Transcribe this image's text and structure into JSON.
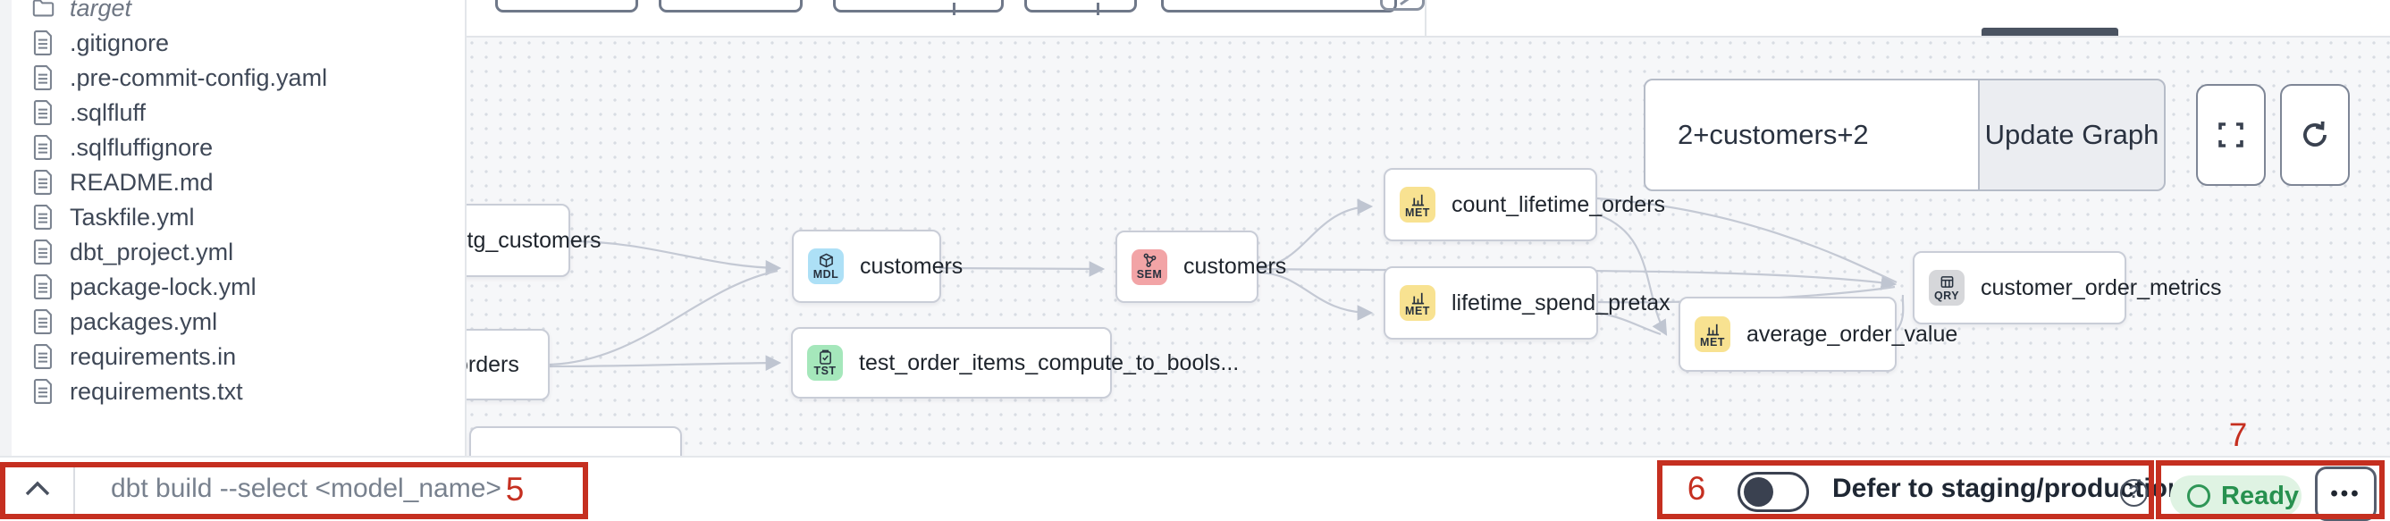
{
  "accent": {
    "annotation_red": "#C52F20",
    "ready_green_bg": "#DFF3E3",
    "ready_green_text": "#27914F"
  },
  "icons": {
    "model": "cube",
    "semantic": "graph-nodes",
    "metric": "bar-chart",
    "test": "clipboard-check",
    "query": "table",
    "fullscreen": "corner-brackets",
    "refresh": "circular-arrow",
    "help": "question-circle",
    "collapse": "chevron-up",
    "folder": "folder",
    "file": "document"
  },
  "sidebar": {
    "files": [
      {
        "name": "target",
        "type": "folder"
      },
      {
        "name": ".gitignore",
        "type": "file"
      },
      {
        "name": ".pre-commit-config.yaml",
        "type": "file"
      },
      {
        "name": ".sqlfluff",
        "type": "file"
      },
      {
        "name": ".sqlfluffignore",
        "type": "file"
      },
      {
        "name": "README.md",
        "type": "file"
      },
      {
        "name": "Taskfile.yml",
        "type": "file"
      },
      {
        "name": "dbt_project.yml",
        "type": "file"
      },
      {
        "name": "package-lock.yml",
        "type": "file"
      },
      {
        "name": "packages.yml",
        "type": "file"
      },
      {
        "name": "requirements.in",
        "type": "file"
      },
      {
        "name": "requirements.txt",
        "type": "file"
      }
    ]
  },
  "graph": {
    "controls": {
      "selector_value": "2+customers+2",
      "update_button": "Update Graph"
    },
    "badge_colors": {
      "MDL": "#ADE0F6",
      "SEM": "#F2A4A6",
      "MET": "#F8E291",
      "TST": "#A5E7BB",
      "QRY": "#D6D7DA"
    },
    "nodes": [
      {
        "label": "stg_customers",
        "badge": ""
      },
      {
        "label": "orders",
        "badge": ""
      },
      {
        "label": "customers",
        "badge": "MDL"
      },
      {
        "label": "test_order_items_compute_to_bools...",
        "badge": "TST"
      },
      {
        "label": "customers",
        "badge": "SEM"
      },
      {
        "label": "count_lifetime_orders",
        "badge": "MET"
      },
      {
        "label": "lifetime_spend_pretax",
        "badge": "MET"
      },
      {
        "label": "average_order_value",
        "badge": "MET"
      },
      {
        "label": "customer_order_metrics",
        "badge": "QRY"
      }
    ]
  },
  "bottombar": {
    "command_placeholder": "dbt build --select <model_name>",
    "defer_label": "Defer to staging/production",
    "help_glyph": "?",
    "ready_label": "Ready",
    "more_label": "•••"
  },
  "annotations": {
    "n5": "5",
    "n6": "6",
    "n7": "7"
  }
}
